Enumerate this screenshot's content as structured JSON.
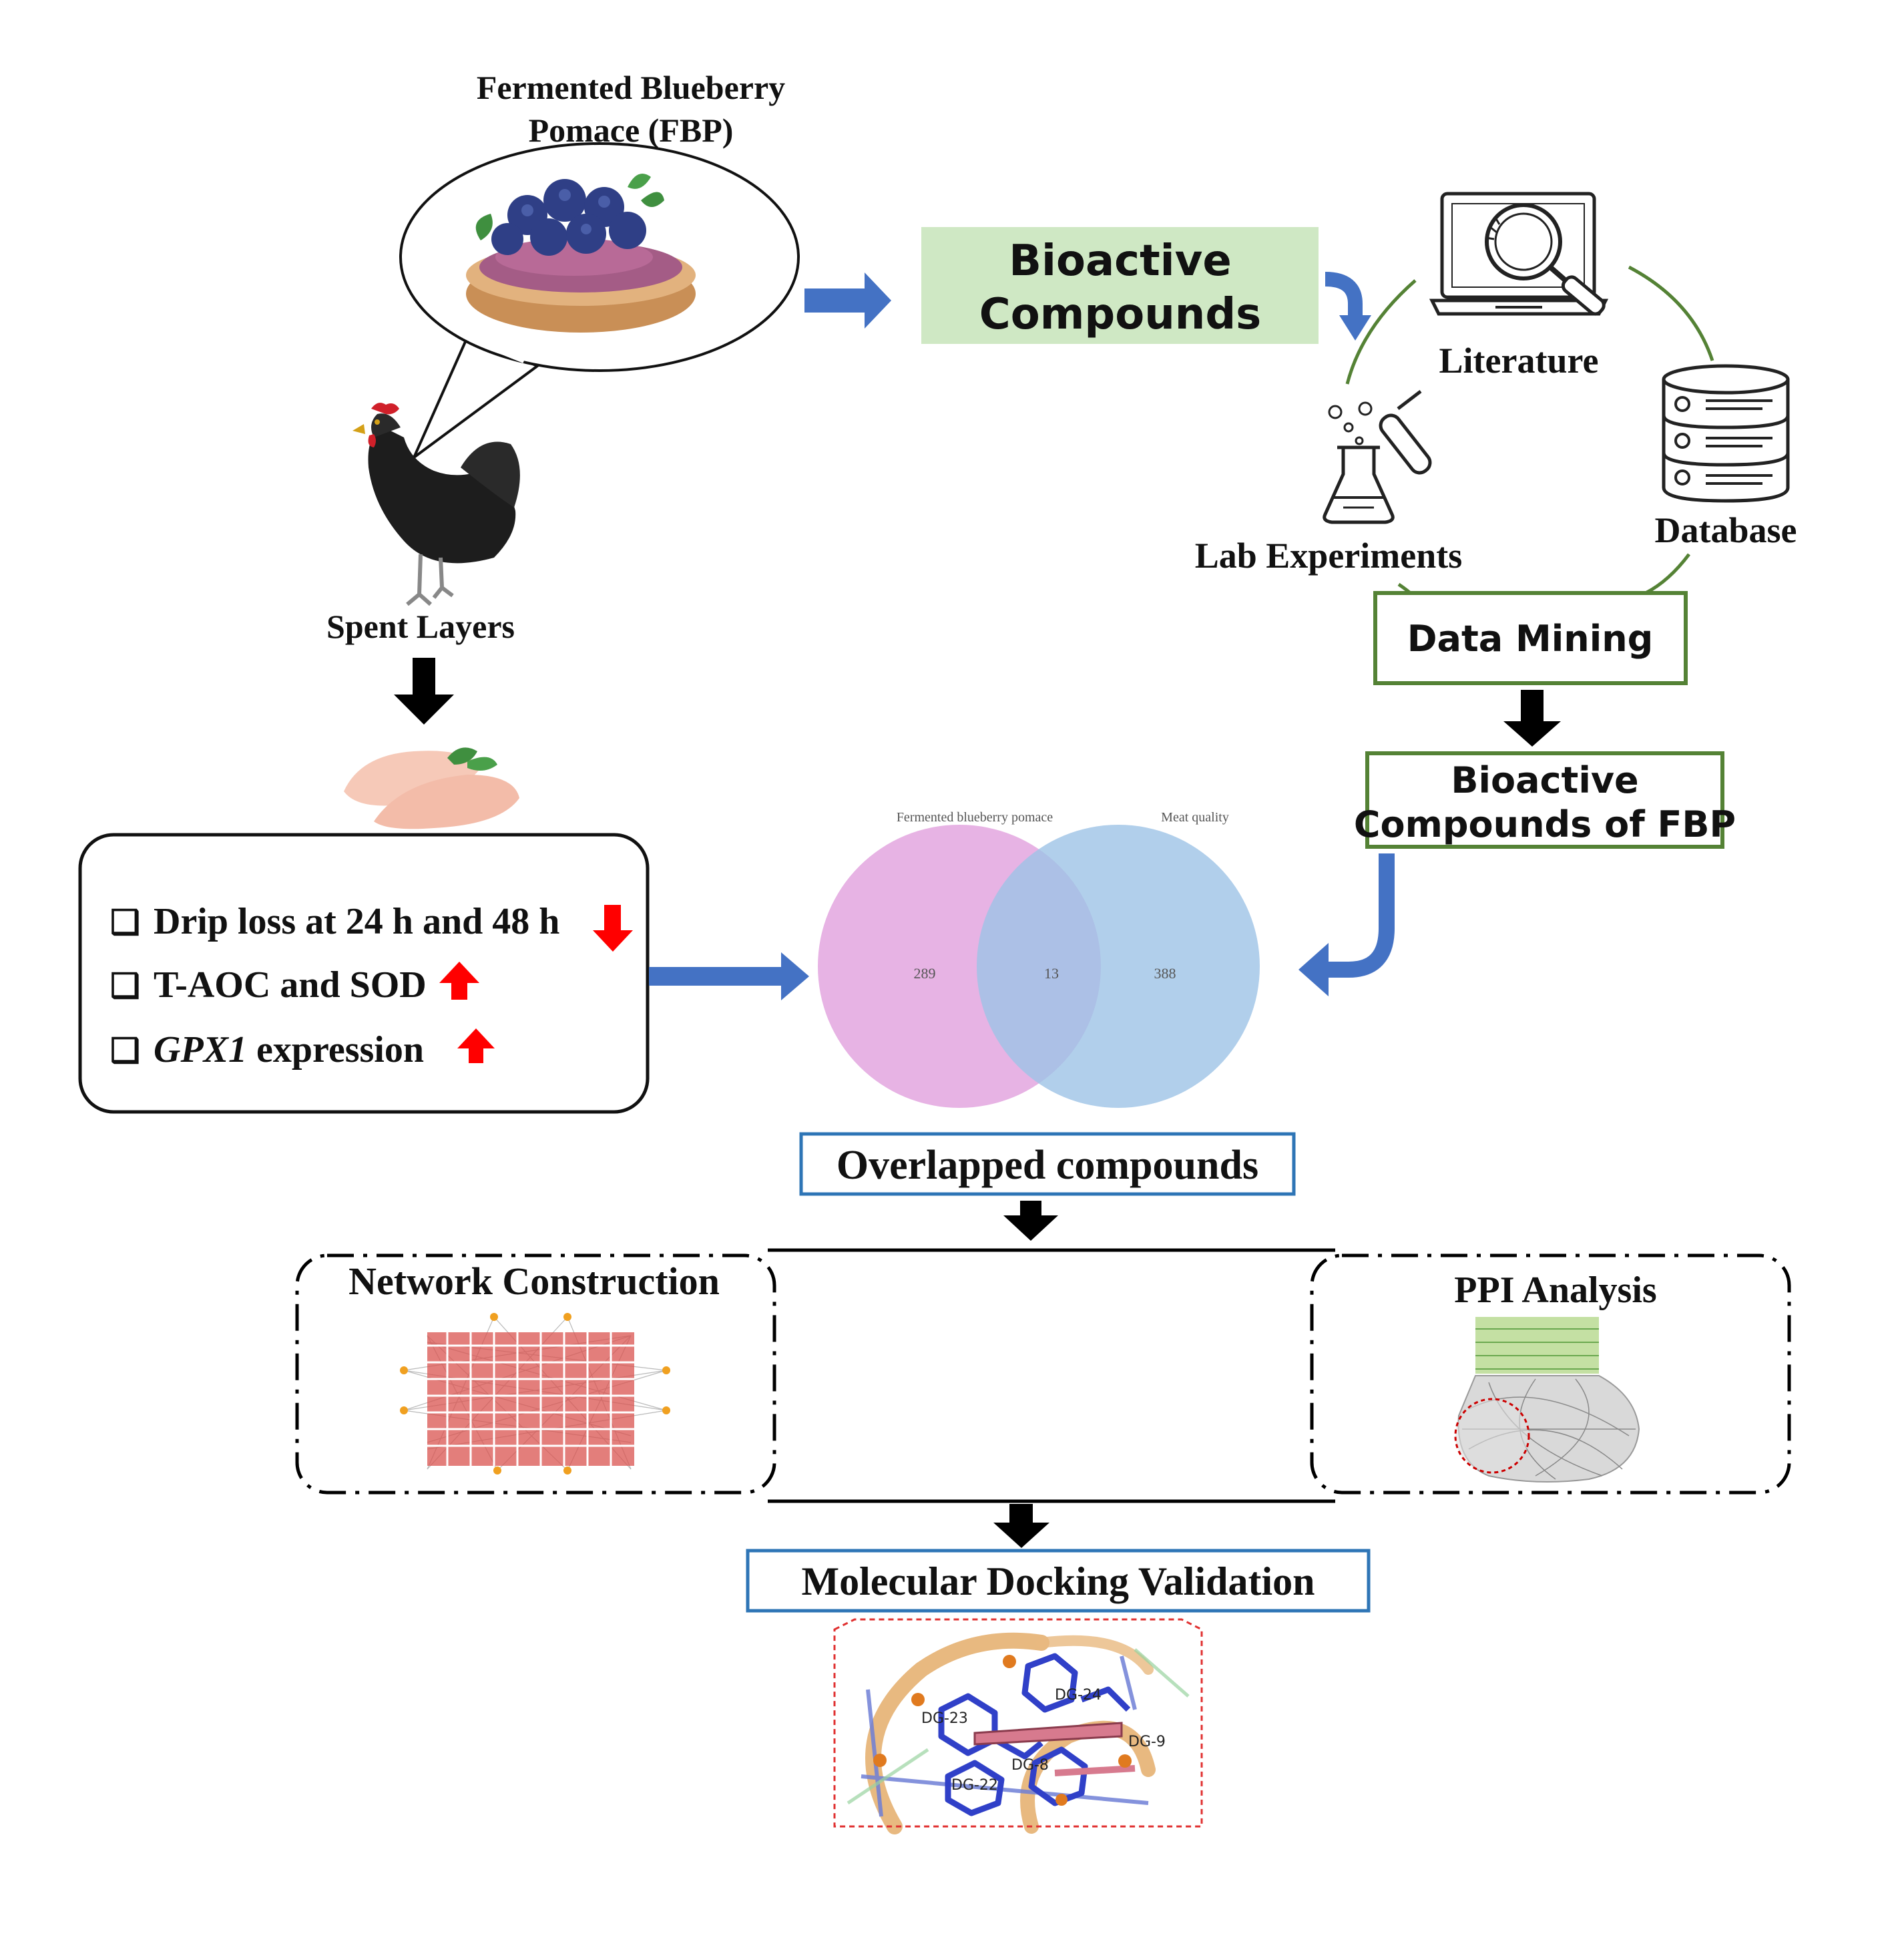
{
  "fbp": {
    "title_line1": "Fermented Blueberry",
    "title_line2": "Pomace (FBP)"
  },
  "spent_layers": {
    "label": "Spent Layers"
  },
  "bioactive_box": {
    "line1": "Bioactive",
    "line2": "Compounds",
    "fill": "#cfe8c4"
  },
  "data_sources": {
    "literature": "Literature",
    "database": "Database",
    "lab": "Lab Experiments"
  },
  "data_mining": {
    "label": "Data Mining"
  },
  "fbp_compounds": {
    "line1": "Bioactive",
    "line2": "Compounds of FBP"
  },
  "effects": {
    "items": [
      {
        "bullet": "❑",
        "italic": "",
        "text": "Drip loss at 24 h and 48 h",
        "direction": "down"
      },
      {
        "bullet": "❑",
        "italic": "",
        "text": "T-AOC and SOD",
        "direction": "up"
      },
      {
        "bullet": "❑",
        "italic": "GPX1",
        "text": " expression",
        "direction": "up"
      }
    ]
  },
  "venn": {
    "left_label": "Fermented blueberry pomace",
    "right_label": "Meat quality",
    "left_only": "289",
    "overlap": "13",
    "right_only": "388",
    "left_color": "#e3a6df",
    "right_color": "#9dc3e6"
  },
  "overlapped": {
    "label": "Overlapped compounds"
  },
  "network": {
    "label": "Network Construction"
  },
  "ppi": {
    "label": "PPI Analysis"
  },
  "docking": {
    "label": "Molecular Docking Validation",
    "residues": [
      "DG-24",
      "DG-23",
      "DG-9",
      "DG-8",
      "DG-22"
    ]
  },
  "colors": {
    "arrow_blue": "#4472c4",
    "green_border": "#548235",
    "blue_border": "#2e75b6",
    "arrow_red": "#ff0000"
  }
}
